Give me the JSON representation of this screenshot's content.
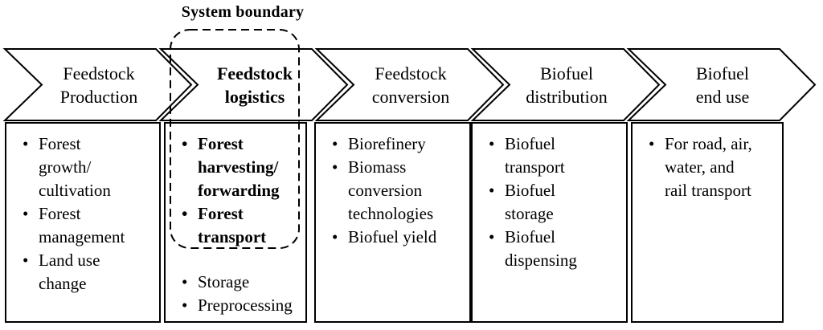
{
  "system_boundary": {
    "label": "System boundary"
  },
  "stages": [
    {
      "name": "Feedstock Production",
      "label": "Feedstock\nProduction",
      "emphasized": false,
      "items": [
        {
          "text": "Forest\ngrowth/\ncultivation",
          "bold": false
        },
        {
          "text": "Forest\nmanagement",
          "bold": false
        },
        {
          "text": "Land use\nchange",
          "bold": false
        }
      ]
    },
    {
      "name": "Feedstock logistics",
      "label": "Feedstock\nlogistics",
      "emphasized": true,
      "items": [
        {
          "text": "Forest\nharvesting/\nforwarding",
          "bold": true
        },
        {
          "text": "Forest\ntransport",
          "bold": true
        },
        {
          "text": "Storage",
          "bold": false
        },
        {
          "text": "Preprocessing",
          "bold": false
        }
      ]
    },
    {
      "name": "Feedstock conversion",
      "label": "Feedstock\nconversion",
      "emphasized": false,
      "items": [
        {
          "text": "Biorefinery",
          "bold": false
        },
        {
          "text": "Biomass\nconversion\ntechnologies",
          "bold": false
        },
        {
          "text": "Biofuel yield",
          "bold": false
        }
      ]
    },
    {
      "name": "Biofuel distribution",
      "label": "Biofuel\ndistribution",
      "emphasized": false,
      "items": [
        {
          "text": "Biofuel\ntransport",
          "bold": false
        },
        {
          "text": "Biofuel\nstorage",
          "bold": false
        },
        {
          "text": "Biofuel\ndispensing",
          "bold": false
        }
      ]
    },
    {
      "name": "Biofuel end use",
      "label": "Biofuel\nend use",
      "emphasized": false,
      "items": [
        {
          "text": "For road, air,\nwater, and\nrail transport",
          "bold": false
        }
      ]
    }
  ],
  "colors": {
    "line": "#000000",
    "text": "#000000",
    "background": "#ffffff"
  }
}
